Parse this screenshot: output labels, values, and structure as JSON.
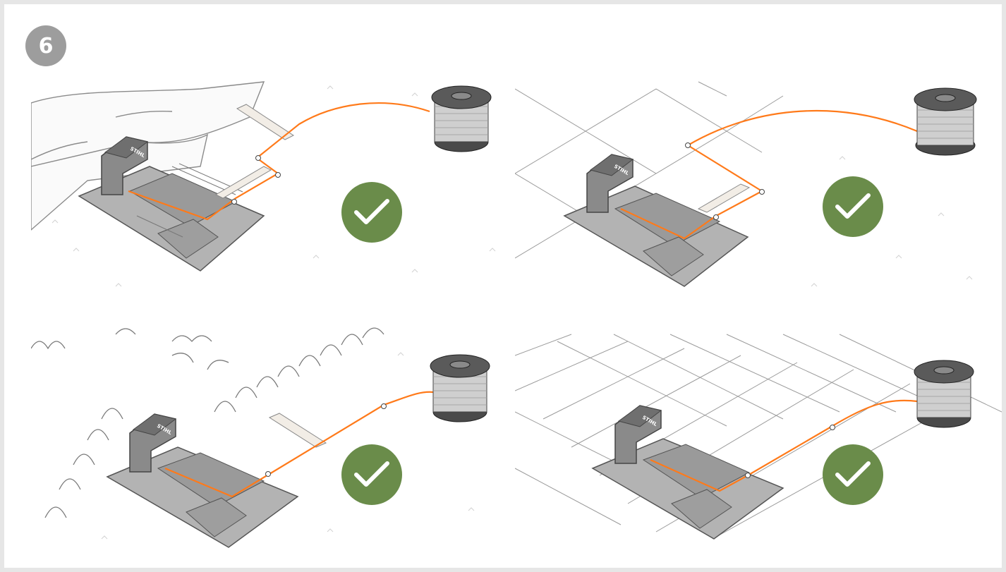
{
  "step": {
    "number": "6"
  },
  "colors": {
    "wire": "#ff7a1a",
    "check": "#6a8c4a",
    "station": "#a8a8a8",
    "station_dark": "#6f6f6f",
    "badge": "#9d9d9d"
  },
  "station_logo": "STIHL",
  "scenes": [
    {
      "name": "wall",
      "status_icon": "checkmark-icon"
    },
    {
      "name": "tiles",
      "status_icon": "checkmark-icon"
    },
    {
      "name": "hedge",
      "status_icon": "checkmark-icon"
    },
    {
      "name": "tiles-alt",
      "status_icon": "checkmark-icon"
    }
  ]
}
